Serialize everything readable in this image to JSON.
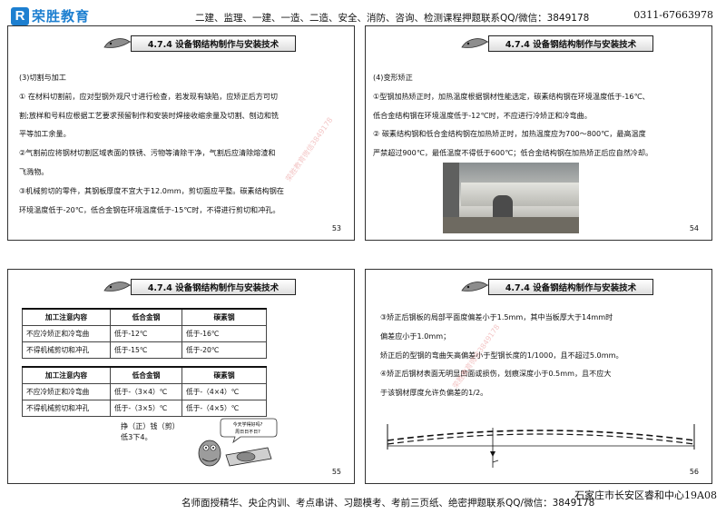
{
  "header": {
    "logo_mark": "R",
    "logo_text": "荣胜教育",
    "ad": "二建、监理、一建、一造、二造、安全、消防、咨询、检测课程押题联系QQ/微信：3849178",
    "phone": "0311-67663978"
  },
  "footer": {
    "ad": "名师面授精华、央企内训、考点串讲、习题模考、考前三页纸、绝密押题联系QQ/微信：3849178",
    "address": "石家庄市长安区睿和中心19A08"
  },
  "slides": [
    {
      "title": "4.7.4  设备钢结构制作与安装技术",
      "page": "53",
      "lines": [
        "(3)切割与加工",
        "① 在材料切割前，应对型钢外观尺寸进行检查，若发现有缺陷，应矫正后方可切",
        "割;放样和号料应根据工艺要求预留制作和安装时焊接收缩余量及切割、刨边和铣",
        "平等加工余量。",
        "②气割前应将钢材切割区域表面的铁锈、污物等清除干净，气割后应清除熔渣和",
        "飞溅物。",
        "③机械剪切的零件，其钢板厚度不宜大于12.0mm，剪切面应平整。碳素结构钢在",
        "环境温度低于-20℃，低合金钢在环境温度低于-15℃时，不得进行剪切和冲孔。"
      ]
    },
    {
      "title": "4.7.4  设备钢结构制作与安装技术",
      "page": "54",
      "lines": [
        "(4)变形矫正",
        "①型钢加热矫正时，加热温度根据钢材性能选定，碳素结构钢在环境温度低于-16℃、",
        "低合金结构钢在环境温度低于-12℃时，不应进行冷矫正和冷弯曲。",
        "② 碳素结构钢和低合金结构钢在加热矫正时，加热温度应为700～800℃，最高温度",
        "严禁超过900℃，最低温度不得低于600℃；低合金结构钢在加热矫正后应自然冷却。"
      ]
    },
    {
      "title": "4.7.4  设备钢结构制作与安装技术",
      "page": "55",
      "table1": {
        "headers": [
          "加工注意内容",
          "低合金钢",
          "碳素钢"
        ],
        "rows": [
          [
            "不应冷矫正和冷弯曲",
            "低于-12℃",
            "低于-16℃"
          ],
          [
            "不得机械剪切和冲孔",
            "低于-15℃",
            "低于-20℃"
          ]
        ]
      },
      "table2": {
        "headers": [
          "加工注意内容",
          "低合金钢",
          "碳素钢"
        ],
        "rows": [
          [
            "不应冷矫正和冷弯曲",
            "低于-（3×4）℃",
            "低于-（4×4）℃"
          ],
          [
            "不得机械剪切和冲孔",
            "低于-（3×5）℃",
            "低于-（4×5）℃"
          ]
        ]
      },
      "quote_line1": "挣（正）钱（剪）",
      "quote_line2": "低3下4。",
      "bubble_line1": "今天学得好吗?",
      "bubble_line2": "周日日不日?"
    },
    {
      "title": "4.7.4  设备钢结构制作与安装技术",
      "page": "56",
      "lines": [
        "③矫正后钢板的局部平面度偏差小于1.5mm，其中当板厚大于14mm时",
        "偏差应小于1.0mm；",
        "矫正后的型钢的弯曲矢高偏差小于型钢长度的1/1000，且不超过5.0mm。",
        "④矫正后钢材表面无明显凹面或损伤，划痕深度小于0.5mm，且不应大",
        "于该钢材厚度允许负偏差的1/2。"
      ]
    }
  ],
  "colors": {
    "brand": "#1d7fd0",
    "border": "#333333"
  }
}
